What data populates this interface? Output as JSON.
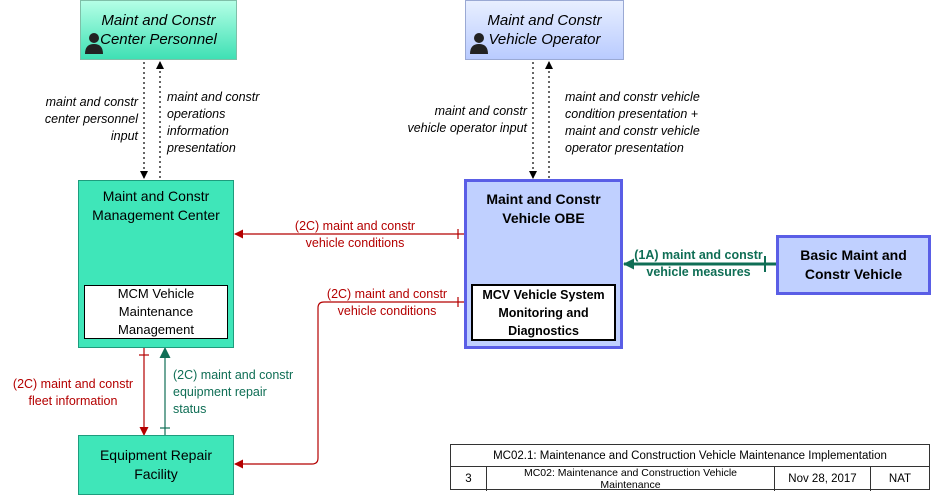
{
  "terminators": {
    "personnel": "Maint and Constr\nCenter Personnel",
    "operator": "Maint and Constr\nVehicle Operator"
  },
  "elements": {
    "mcm_center": "Maint and Constr\nManagement Center",
    "mcm_sub": "MCM Vehicle\nMaintenance\nManagement",
    "mcv_obe": "Maint and Constr\nVehicle OBE",
    "mcv_sub": "MCV Vehicle System\nMonitoring and\nDiagnostics",
    "basic_vehicle": "Basic Maint and\nConstr Vehicle",
    "equipment_repair": "Equipment Repair\nFacility"
  },
  "flows": {
    "personnel_input": "maint and constr\ncenter personnel\ninput",
    "ops_info": "maint and constr\noperations\ninformation\npresentation",
    "operator_input": "maint and constr\nvehicle operator input",
    "vehicle_presentation": "maint and constr vehicle\ncondition presentation +\nmaint and constr vehicle\noperator presentation",
    "vehicle_conditions_1": "(2C) maint and constr\nvehicle conditions",
    "vehicle_conditions_2": "(2C) maint and constr\nvehicle conditions",
    "vehicle_measures": "(1A) maint and constr\nvehicle measures",
    "fleet_info": "(2C) maint and constr\nfleet information",
    "repair_status": "(2C) maint and constr\nequipment repair\nstatus"
  },
  "info_table": {
    "title": "MC02.1: Maintenance and Construction Vehicle Maintenance Implementation",
    "num": "3",
    "package": "MC02: Maintenance and Construction Vehicle\nMaintenance",
    "date": "Nov 28, 2017",
    "org": "NAT"
  },
  "colors": {
    "red_flow": "#b40000",
    "green_flow": "#0f6e55",
    "center_fill": "#3fe6b9",
    "vehicle_fill": "#c0d0ff",
    "vehicle_border": "#5a5ee6"
  }
}
